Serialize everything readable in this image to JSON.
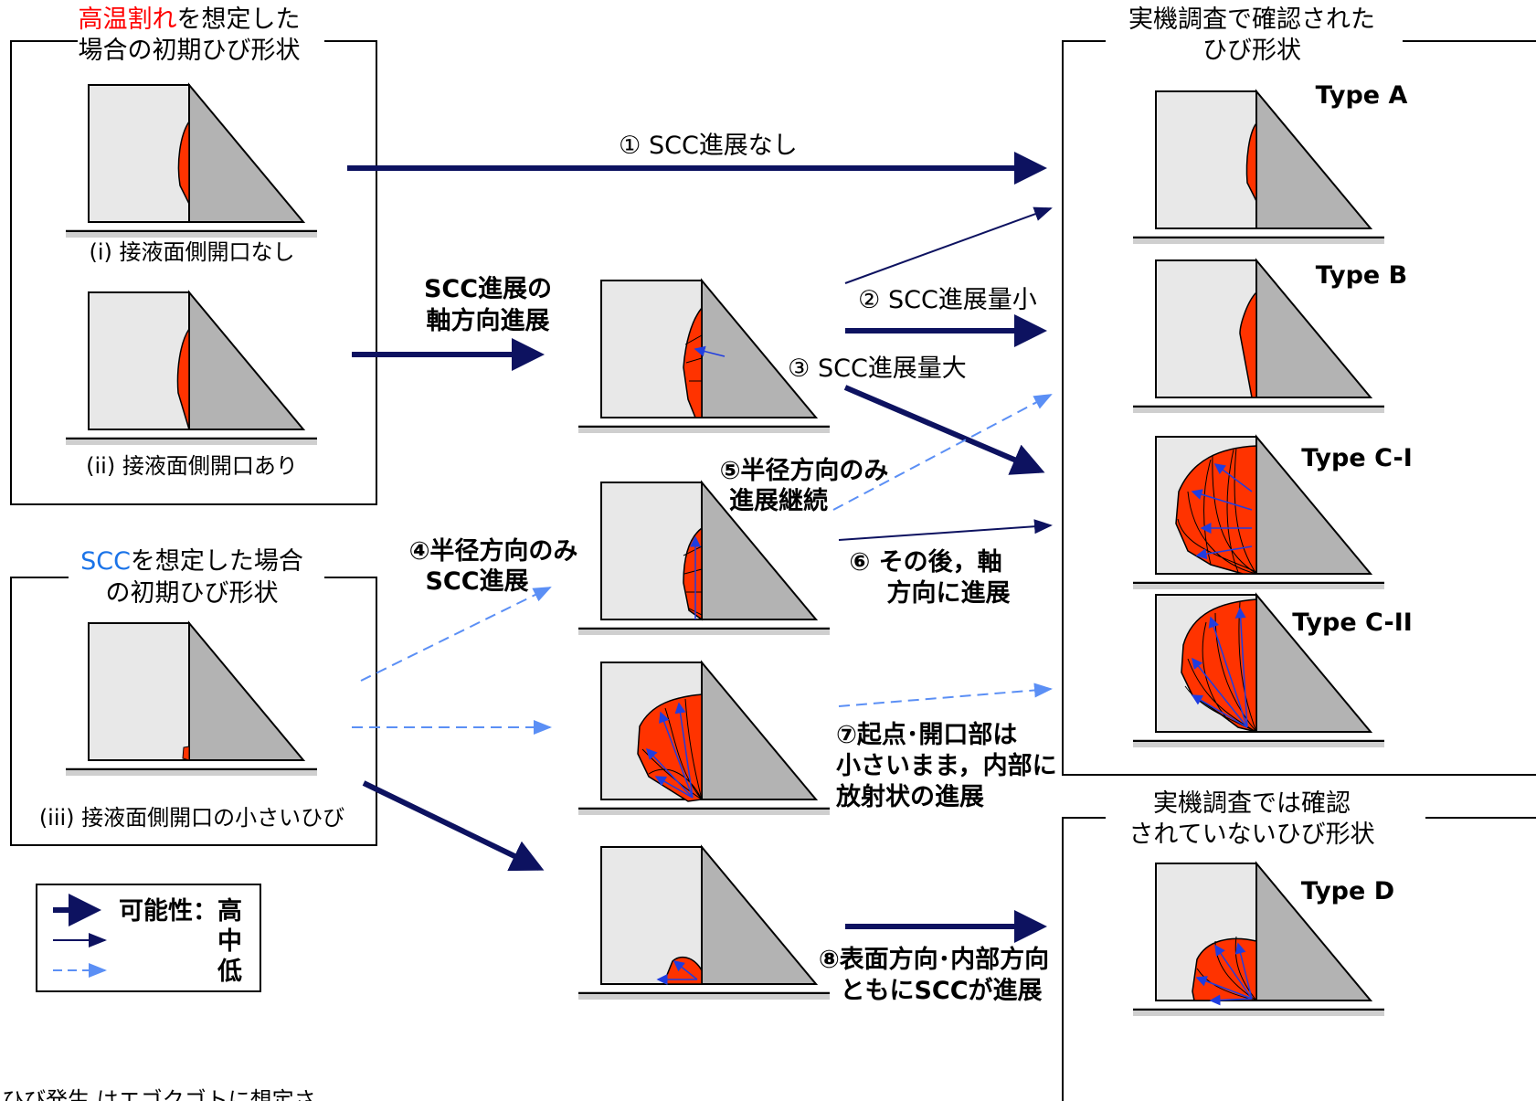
{
  "boxes": {
    "hot": {
      "title_line1_red": "高温割れ",
      "title_line1_rest": "を想定した",
      "title_line2": "場合の初期ひび形状",
      "sub_i": "(i) 接液面側開口なし",
      "sub_ii": "(ii) 接液面側開口あり"
    },
    "scc": {
      "title_line1_blue": "SCC",
      "title_line1_rest": "を想定した場合",
      "title_line2": "の初期ひび形状",
      "sub_iii": "(iii) 接液面側開口の小さいひび"
    },
    "confirmed": {
      "title_line1": "実機調査で確認された",
      "title_line2": "ひび形状"
    },
    "unconfirmed": {
      "title_line1": "実機調査では確認",
      "title_line2": "されていないひび形状"
    }
  },
  "types": {
    "a": "Type A",
    "b": "Type B",
    "c1": "Type C-I",
    "c2": "Type C-II",
    "d": "Type D"
  },
  "paths": {
    "p1": "① SCC進展なし",
    "axial_line1": "SCC進展の",
    "axial_line2": "軸方向進展",
    "p2": "② SCC進展量小",
    "p3": "③ SCC進展量大",
    "p4_line1": "④半径方向のみ",
    "p4_line2": "SCC進展",
    "p5_line1": "⑤半径方向のみ",
    "p5_line2": "進展継続",
    "p6_line1": "⑥ その後，軸",
    "p6_line2": "方向に進展",
    "p7_line1": "⑦起点･開口部は",
    "p7_line2": "小さいまま，内部に",
    "p7_line3": "放射状の進展",
    "p8_line1": "⑧表面方向･内部方向",
    "p8_line2": "ともにSCCが進展"
  },
  "legend": {
    "title": "可能性：高",
    "mid": "中",
    "low": "低"
  },
  "footer": "ひび発生 はエゴクゴトに想定さ",
  "colors": {
    "navy": "#0d1260",
    "light_blue": "#5b8ff5",
    "crack": "#ff3300",
    "gray": "#b3b3b3",
    "light_gray": "#e8e8e8",
    "cyan_text": "#1a73e8",
    "red_text": "#ff0000"
  }
}
